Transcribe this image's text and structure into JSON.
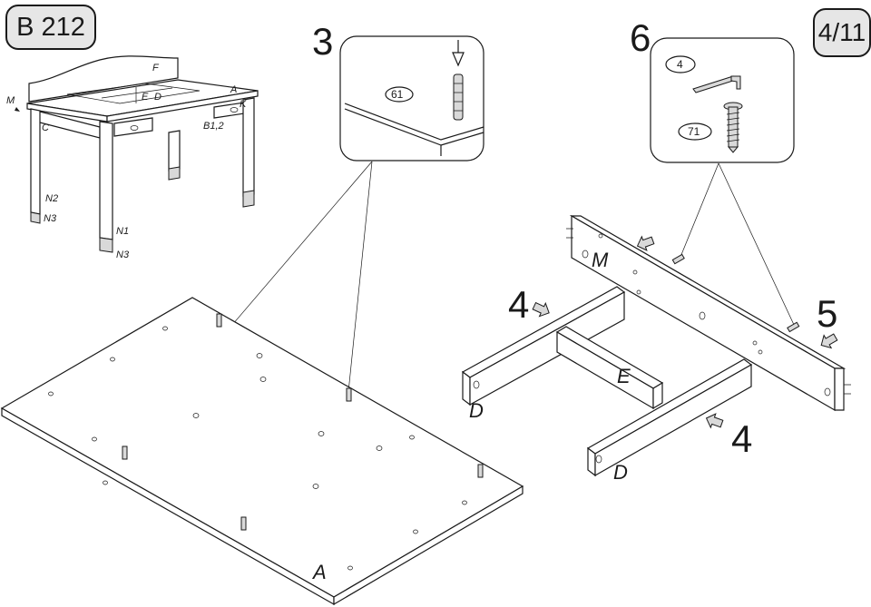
{
  "header": {
    "model": "B 212",
    "page": "4/11"
  },
  "overview": {
    "labels": {
      "F": "F",
      "E": "E",
      "D": "D",
      "A": "A",
      "K": "K",
      "M": "M",
      "C": "C",
      "B": "B1,2",
      "N1": "N1",
      "N2": "N2",
      "N3a": "N3",
      "N3b": "N3"
    }
  },
  "steps": [
    {
      "number": "3",
      "part": "61"
    },
    {
      "number": "6",
      "parts": [
        "4",
        "71"
      ]
    },
    {
      "number": "4"
    },
    {
      "number": "5"
    },
    {
      "number": "4"
    }
  ],
  "parts": {
    "top": "A",
    "front_rail": "M",
    "divider": "E",
    "side_left": "D",
    "side_right": "D"
  },
  "colors": {
    "badge_fill": "#e6e6e6",
    "line": "#1a1a1a",
    "arrow_fill": "#9a9a9a"
  }
}
